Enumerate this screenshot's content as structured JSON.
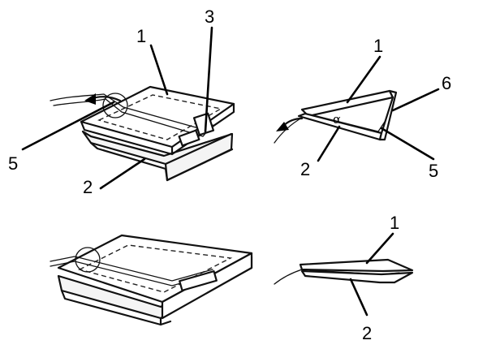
{
  "figure": {
    "top_left": {
      "labels": {
        "l1": "1",
        "l2": "2",
        "l3": "3",
        "l5": "5"
      }
    },
    "top_right": {
      "labels": {
        "l1": "1",
        "l2": "2",
        "l5": "5",
        "l6": "6"
      },
      "angle_label": "α"
    },
    "bottom_left": {},
    "bottom_right": {
      "labels": {
        "l1": "1",
        "l2": "2"
      }
    }
  }
}
